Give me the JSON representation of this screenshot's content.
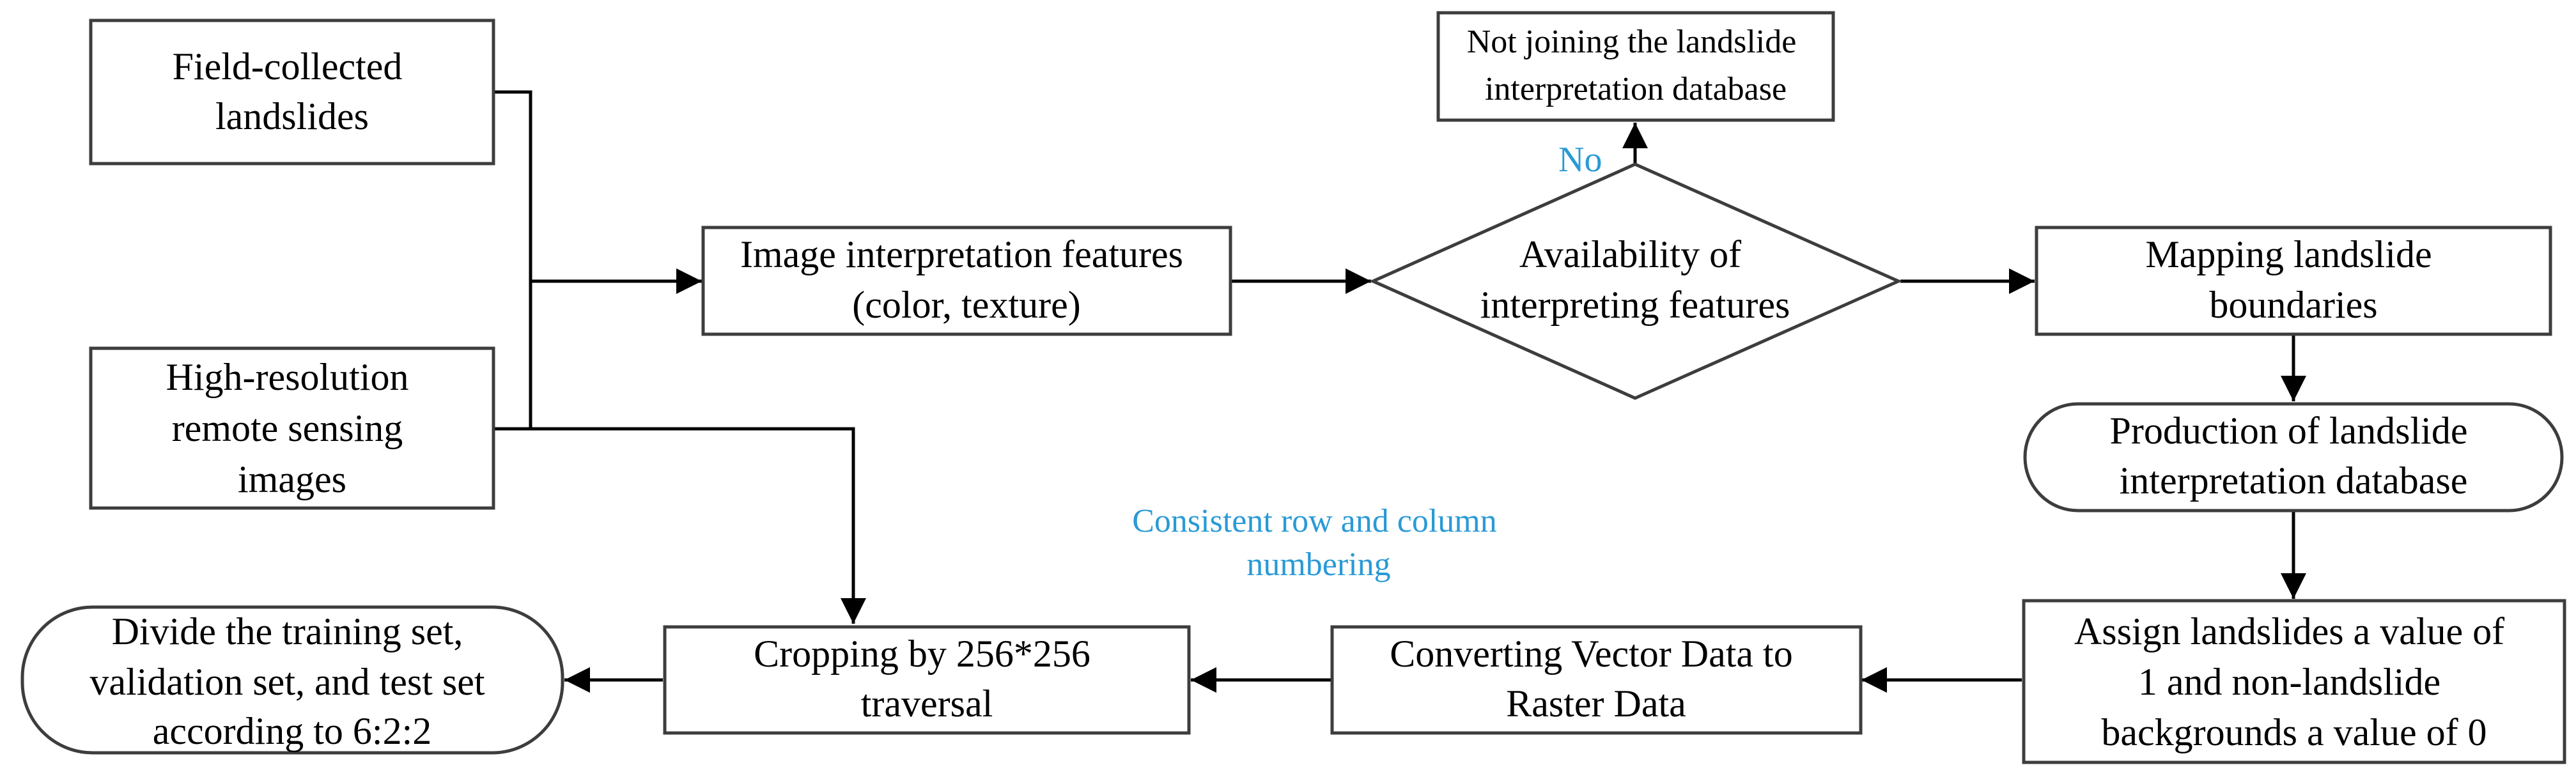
{
  "nodes": {
    "field_collected": [
      "Field-collected",
      "landslides"
    ],
    "hires_images": [
      "High-resolution",
      "remote sensing",
      "images"
    ],
    "interp_features": [
      "Image interpretation features",
      "(color, texture)"
    ],
    "availability": [
      "Availability of",
      "interpreting features"
    ],
    "not_joining": [
      "Not joining the landslide",
      "interpretation database"
    ],
    "mapping": [
      "Mapping landslide",
      "boundaries"
    ],
    "production": [
      "Production of landslide",
      "interpretation database"
    ],
    "assign": [
      "Assign landslides a value of",
      "1 and non-landslide",
      "backgrounds a value of 0"
    ],
    "converting": [
      "Converting Vector Data to",
      "Raster Data"
    ],
    "cropping": [
      "Cropping by 256*256",
      "traversal"
    ],
    "divide": [
      "Divide the training set,",
      "validation set, and test set",
      "according to 6:2:2"
    ]
  },
  "edge_labels": {
    "no": "No",
    "consistent": [
      "Consistent row and column",
      "numbering"
    ]
  },
  "colors": {
    "annotation": "#2a9ad6",
    "line": "#000000",
    "box_border": "#3d3d3d"
  }
}
